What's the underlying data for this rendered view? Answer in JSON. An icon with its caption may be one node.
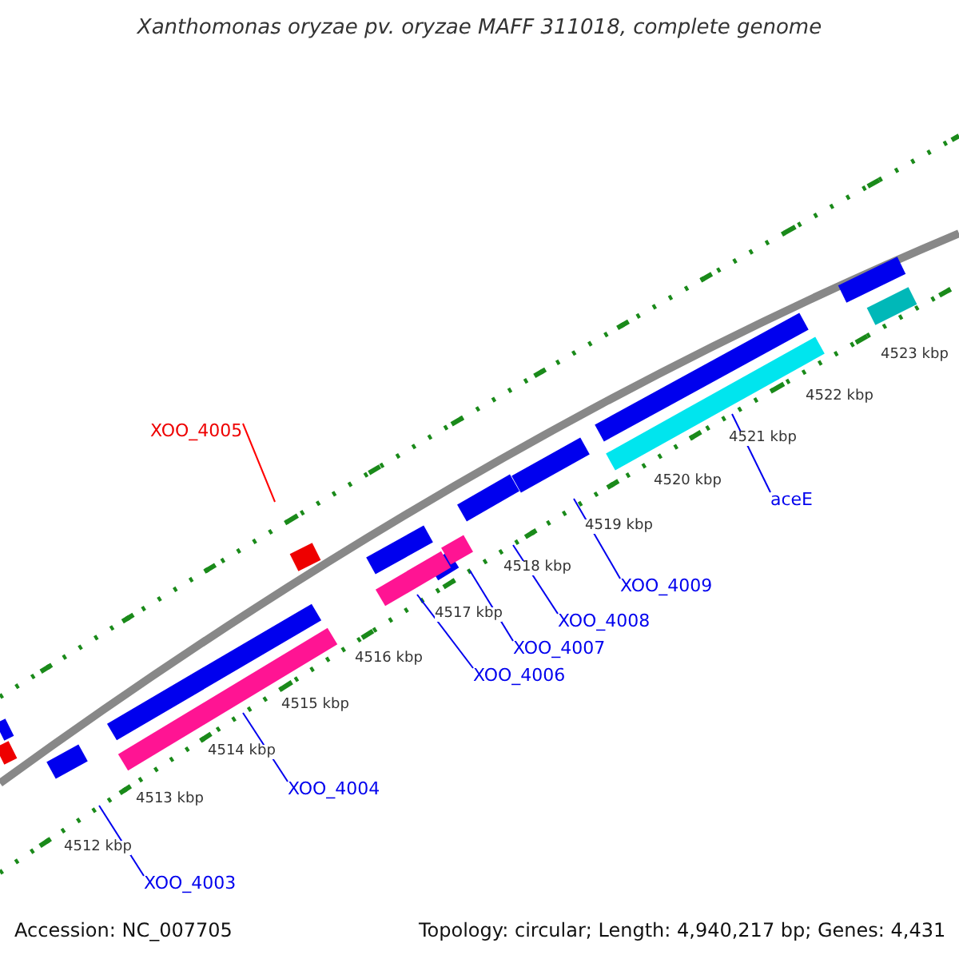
{
  "diagram": {
    "title": "Xanthomonas oryzae pv. oryzae MAFF 311018, complete genome",
    "nodes": [
      {
        "text": [
          "XOO_4005"
        ]
      },
      {
        "text": [
          "XOO_4009"
        ]
      },
      {
        "text": [
          "aceE"
        ]
      },
      {
        "text": [
          "XOO_4008"
        ]
      },
      {
        "text": [
          "XOO_4007"
        ]
      },
      {
        "text": [
          "XOO_4006"
        ]
      },
      {
        "text": [
          "XOO_4004"
        ]
      },
      {
        "text": [
          "XOO_4003"
        ]
      }
    ],
    "edges": [
      {
        "from": 0,
        "to": null,
        "arrow": "none",
        "color": "#ff0000"
      },
      {
        "from": 1,
        "to": null,
        "arrow": "none"
      },
      {
        "from": 2,
        "to": null,
        "arrow": "none"
      },
      {
        "from": 3,
        "to": null,
        "arrow": "none"
      },
      {
        "from": 4,
        "to": null,
        "arrow": "none"
      },
      {
        "from": 5,
        "to": null,
        "arrow": "none"
      },
      {
        "from": 6,
        "to": null,
        "arrow": "none"
      },
      {
        "from": 7,
        "to": null,
        "arrow": "none"
      }
    ],
    "labels": [
      "4523 kbp",
      "4522 kbp",
      "4521 kbp",
      "4520 kbp",
      "4519 kbp",
      "4518 kbp",
      "4517 kbp",
      "4516 kbp",
      "4515 kbp",
      "4514 kbp",
      "4513 kbp",
      "4512 kbp",
      "Accession: NC_007705",
      "Topology: circular; Length: 4,940,217 bp; Genes: 4,431"
    ]
  }
}
